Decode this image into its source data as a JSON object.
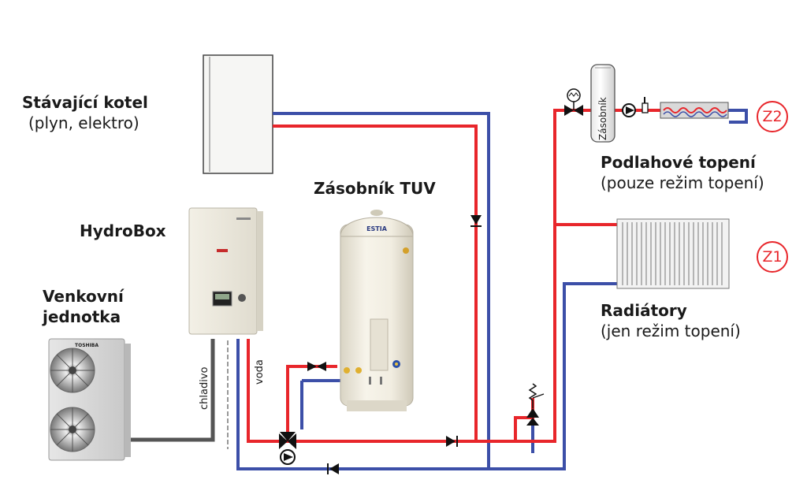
{
  "labels": {
    "boiler_title": "Stávající kotel",
    "boiler_sub": "(plyn, elektro)",
    "hydrobox": "HydroBox",
    "outdoor_line1": "Venkovní",
    "outdoor_line2": "jednotka",
    "tank_title": "Zásobník TUV",
    "buffer_tank": "Zásobník",
    "floor_title": "Podlahové topení",
    "floor_sub": "(pouze režim topení)",
    "radiator_title": "Radiátory",
    "radiator_sub": "(jen režim topení)",
    "zone2": "Z2",
    "zone1": "Z1",
    "refrigerant": "chladivo",
    "water": "voda",
    "tank_brand": "ESTIA",
    "outdoor_brand": "TOSHIBA"
  },
  "colors": {
    "hot_pipe": "#e8262b",
    "cold_pipe": "#3c4fa8",
    "refrigerant_pipe": "#555555",
    "zone_marker": "#e8262b"
  }
}
